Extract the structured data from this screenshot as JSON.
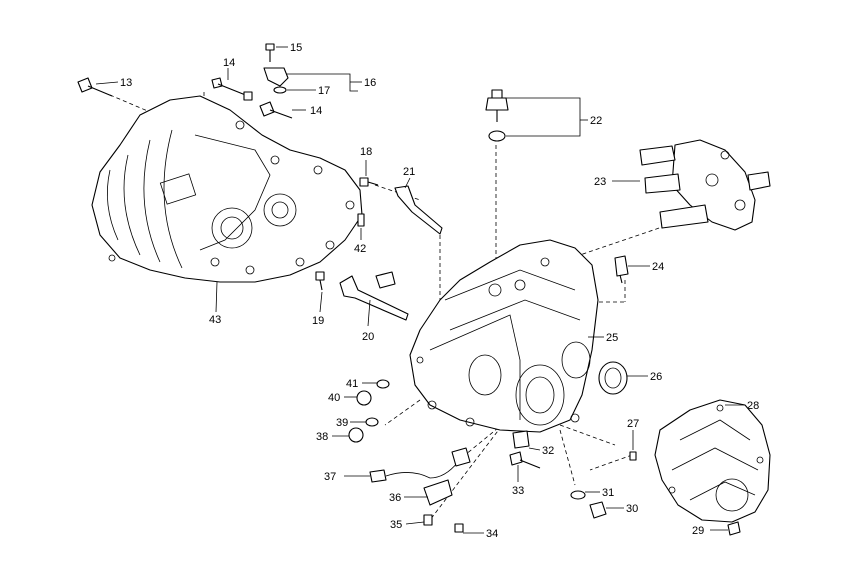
{
  "callouts": {
    "c13": "13",
    "c14a": "14",
    "c14b": "14",
    "c15": "15",
    "c16": "16",
    "c17": "17",
    "c18": "18",
    "c19": "19",
    "c20": "20",
    "c21": "21",
    "c22": "22",
    "c23": "23",
    "c24": "24",
    "c25": "25",
    "c26": "26",
    "c27": "27",
    "c28": "28",
    "c29": "29",
    "c30": "30",
    "c31": "31",
    "c32": "32",
    "c33": "33",
    "c34": "34",
    "c35": "35",
    "c36": "36",
    "c37": "37",
    "c38": "38",
    "c39": "39",
    "c40": "40",
    "c41": "41",
    "c42": "42",
    "c43": "43"
  }
}
